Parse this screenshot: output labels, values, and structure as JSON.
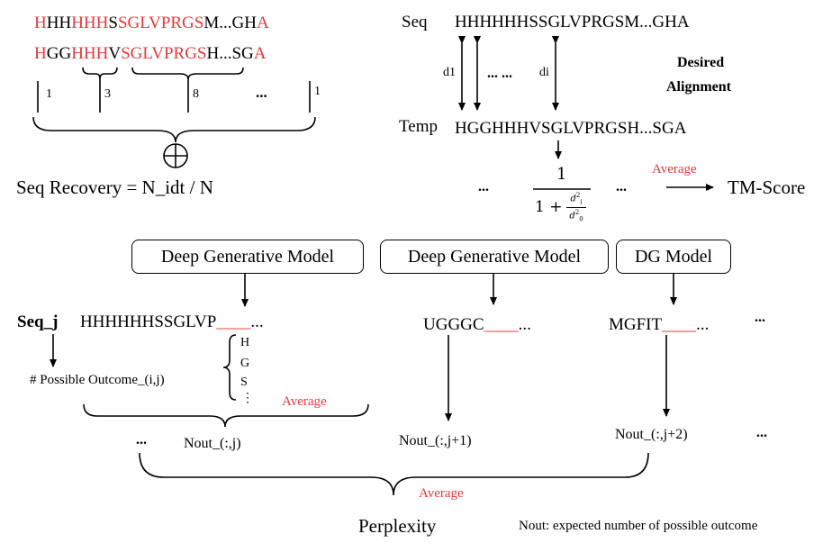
{
  "colors": {
    "highlight": "#e8383a",
    "line": "#000000"
  },
  "left_top": {
    "seq1": [
      "H",
      "HH",
      "HHH",
      "S",
      "SGLVPRGS",
      "M...GH",
      "A"
    ],
    "seq2": [
      "H",
      "GG",
      "HHH",
      "V",
      "SGLVPRGS",
      "H...SG",
      "A"
    ],
    "counts": [
      "1",
      "3",
      "8",
      "...",
      "1"
    ],
    "oplus": "⊕",
    "recovery": "Seq Recovery = N_idt  / N"
  },
  "right_top": {
    "seq_label": "Seq",
    "seq": "HHHHHHSSGLVPRGSM...GHA",
    "d1": "d1",
    "dots": "... ...",
    "di": "di",
    "desired_line1": "Desired",
    "desired_line2": "Alignment",
    "temp_label": "Temp",
    "temp": "HGGHHHVSGLVPRGSH...SGA",
    "fraction_num": "1",
    "fraction_den_prefix": "1 + ",
    "frac_d_top": "d",
    "frac_i_sup": "2",
    "frac_i_sub": "i",
    "frac_d_bottom": "d",
    "frac_0_sup": "2",
    "frac_0_sub": "0",
    "left_dots": "...",
    "right_dots": "...",
    "average": "Average",
    "tm_score": "TM-Score"
  },
  "bottom": {
    "model1": "Deep Generative Model",
    "model2": "Deep Generative Model",
    "model3": "DG Model",
    "seq_j_label": "Seq_j",
    "seq_j": "HHHHHHSSGLVP",
    "seq_j_blank": "____",
    "seq_j_dots": "...",
    "outcome": "# Possible Outcome_(i,j)",
    "options": [
      "H",
      "G",
      "S",
      "⋮"
    ],
    "average1": "Average",
    "nout1": "Nout_(:,j)",
    "dots_left": "...",
    "seq2": "UGGGC",
    "seq2_blank": "____",
    "seq2_dots": "...",
    "nout2": "Nout_(:,j+1)",
    "seq3": "MGFIT",
    "seq3_blank": "____",
    "seq3_dots": "...",
    "nout3": "Nout_(:,j+2)",
    "dots_r1": "...",
    "dots_r2": "...",
    "average_total": "Average",
    "perplexity": "Perplexity",
    "footnote": "Nout: expected number of possible outcome"
  }
}
